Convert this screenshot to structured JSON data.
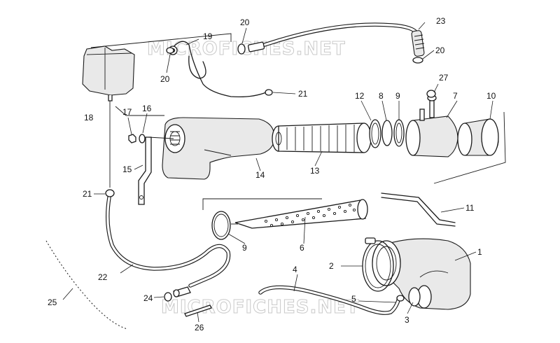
{
  "watermark": "MICROFICHES.NET",
  "callouts": {
    "p1": "1",
    "p2": "2",
    "p3": "3",
    "p4": "4",
    "p5": "5",
    "p6": "6",
    "p7": "7",
    "p8": "8",
    "p9a": "9",
    "p9b": "9",
    "p10": "10",
    "p11": "11",
    "p12": "12",
    "p13": "13",
    "p14": "14",
    "p15": "15",
    "p16": "16",
    "p17": "17",
    "p18": "18",
    "p19": "19",
    "p20a": "20",
    "p20b": "20",
    "p20c": "20",
    "p21a": "21",
    "p21b": "21",
    "p22": "22",
    "p23": "23",
    "p24": "24",
    "p25": "25",
    "p26": "26",
    "p27": "27"
  }
}
